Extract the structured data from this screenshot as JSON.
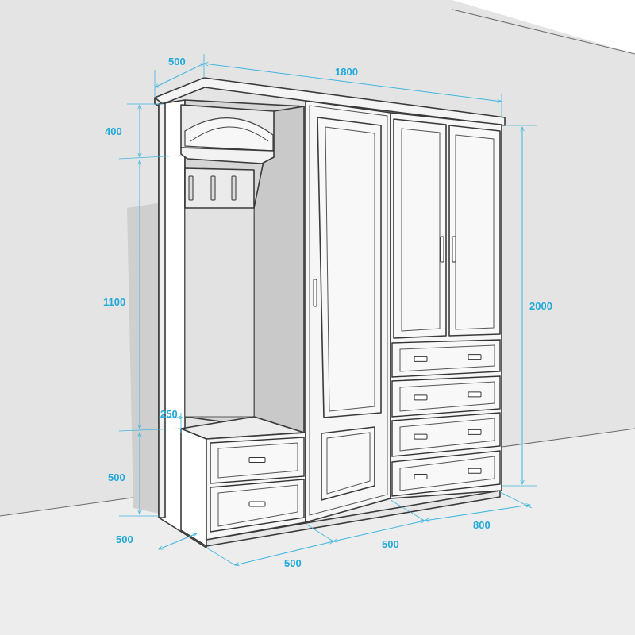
{
  "colors": {
    "wall": "#e4e4e4",
    "floor": "#ececec",
    "shadow": "#c8c8c8",
    "panel": "#f7f7f7",
    "panel_side": "#ffffff",
    "niche_back": "#d9d9d9",
    "dimension": "#21a9d8",
    "outline": "#3a3a3a"
  },
  "dimensions": {
    "total_width": "1800",
    "depth_top": "500",
    "open_section_top_height": "400",
    "open_section_middle_height": "1100",
    "bench_height": "500",
    "bench_ledge": "250",
    "overall_height": "2000",
    "base_depth": "500",
    "open_section_width": "500",
    "single_door_width": "500",
    "double_door_width": "800"
  },
  "components": {
    "hooks": [
      "hook-1",
      "hook-2",
      "hook-3"
    ],
    "bench_drawers": [
      "bench-drawer-1",
      "bench-drawer-2"
    ],
    "right_drawers": [
      "drawer-1",
      "drawer-2",
      "drawer-3",
      "drawer-4"
    ]
  }
}
